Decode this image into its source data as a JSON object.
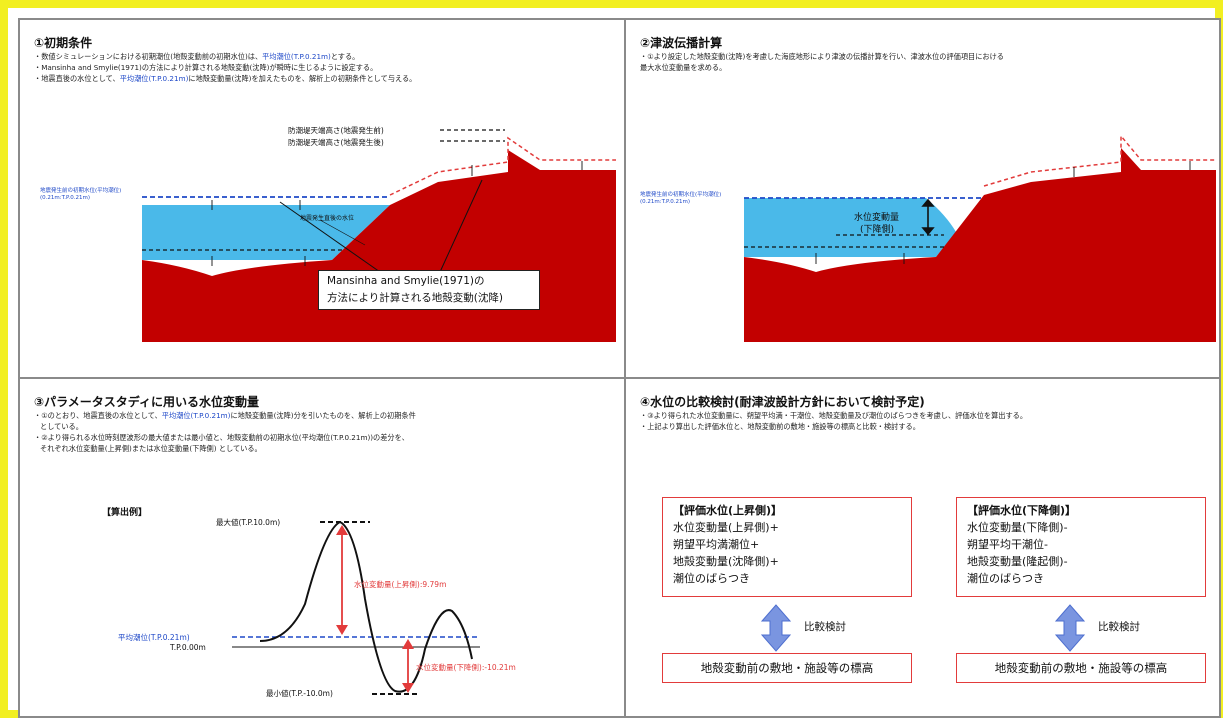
{
  "panel1": {
    "title": "①初期条件",
    "notes": [
      {
        "pre": "・数値シミュレーションにおける初期潮位(地殻変動前の初期水位)は、",
        "hl": "平均潮位(T.P.0.21m)",
        "post": "とする。"
      },
      {
        "pre": "・Mansinha and Smylie(1971)の方法により計算される地殻変動(沈降)が瞬時に生じるように設定する。",
        "hl": "",
        "post": ""
      },
      {
        "pre": "・地震直後の水位として、",
        "hl": "平均潮位(T.P.0.21m)",
        "post": "に地殻変動量(沈降)を加えたものを、解析上の初期条件として与える。"
      }
    ],
    "seawall_before": "防潮堤天端高さ(地震発生前)",
    "seawall_after": "防潮堤天端高さ(地震発生後)",
    "initial_level_label": "地震発生前の初期水位(平均潮位) (0.21m:T.P.0.21m)",
    "mid_label": "地震発生直後の水位",
    "callout_line1": "Mansinha and Smylie(1971)の",
    "callout_line2": "方法により計算される地殻変動(沈降)"
  },
  "panel2": {
    "title": "②津波伝播計算",
    "notes": [
      "・①より設定した地殻変動(沈降)を考慮した海底地形により津波の伝播計算を行い、津波水位の評価項目における",
      "最大水位変動量を求める。"
    ],
    "initial_level_label": "地震発生前の初期水位(平均潮位) (0.21m:T.P.0.21m)",
    "change_label_1": "水位変動量",
    "change_label_2": "(下降側)"
  },
  "panel3": {
    "title": "③パラメータスタディに用いる水位変動量",
    "notes": [
      {
        "pre": "・①のとおり、地震直後の水位として、",
        "hl": "平均潮位(T.P.0.21m)",
        "post": "に地殻変動量(沈降)分を引いたものを、解析上の初期条件"
      },
      {
        "pre": "としている。",
        "hl": "",
        "post": ""
      },
      {
        "pre": "・②より得られる水位時刻歴波形の最大値または最小値と、地殻変動前の初期水位(平均潮位(T.P.0.21m))の差分を、",
        "hl": "",
        "post": ""
      },
      {
        "pre": "それぞれ水位変動量(上昇側)または水位変動量(下降側) としている。",
        "hl": "",
        "post": ""
      }
    ],
    "example_label": "【算出例】",
    "max_label": "最大値(T.P.10.0m)",
    "min_label": "最小値(T.P.-10.0m)",
    "mean_label": "平均潮位(T.P.0.21m)",
    "zero_label": "T.P.0.00m",
    "up_label": "水位変動量(上昇側):9.79m",
    "down_label": "水位変動量(下降側):-10.21m"
  },
  "panel4": {
    "title": "④水位の比較検討(耐津波設計方針において検討予定)",
    "notes": [
      "・③より得られた水位変動量に、朔望平均満・干潮位、地殻変動量及び潮位のばらつきを考慮し、評価水位を算出する。",
      "・上記より算出した評価水位と、地殻変動前の敷地・施設等の標高と比較・検討する。"
    ],
    "left_box": {
      "header": "【評価水位(上昇側)】",
      "lines": [
        "水位変動量(上昇側)+",
        "朔望平均満潮位+",
        "地殻変動量(沈降側)+",
        "潮位のばらつき"
      ]
    },
    "right_box": {
      "header": "【評価水位(下降側)】",
      "lines": [
        "水位変動量(下降側)-",
        "朔望平均干潮位-",
        "地殻変動量(隆起側)-",
        "潮位のばらつき"
      ]
    },
    "compare_label": "比較検討",
    "base_label": "地殻変動前の敷地・施設等の標高"
  },
  "colors": {
    "frame": "#f2ef21",
    "ground": "#c20000",
    "water": "#4ab9e9",
    "dashed_blue": "#1f49c8",
    "dashed_red": "#e23b3b",
    "arrow_blue": "#7a95e0"
  }
}
